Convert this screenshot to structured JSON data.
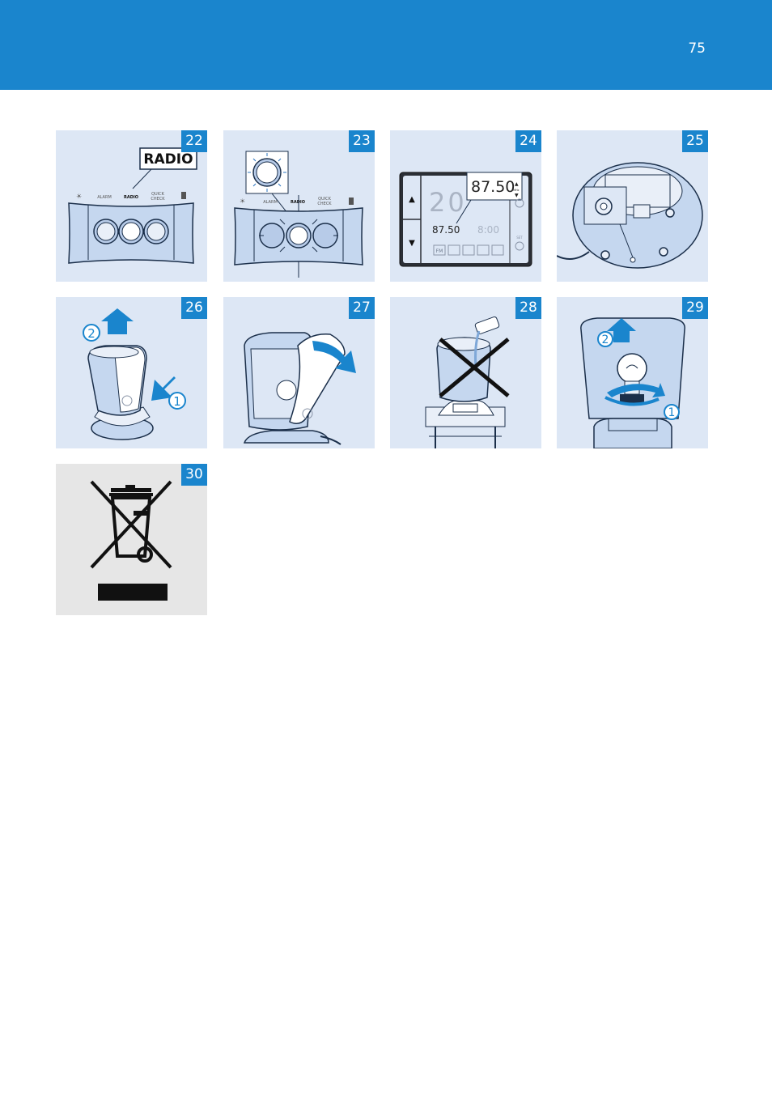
{
  "page": {
    "number": "75"
  },
  "colors": {
    "header": "#1a85cd",
    "panel": "#dde7f5",
    "panel_grey": "#e6e6e6",
    "device": "#c5d7ef",
    "outline": "#1b2f4a"
  },
  "panels": [
    {
      "step": "22",
      "labels": {
        "big": "RADIO",
        "alarm": "ALARM",
        "radio": "RADIO",
        "quick1": "QUICK",
        "quick2": "CHECK"
      }
    },
    {
      "step": "23",
      "labels": {
        "alarm": "ALARM",
        "radio": "RADIO",
        "quick1": "QUICK",
        "quick2": "CHECK"
      }
    },
    {
      "step": "24",
      "labels": {
        "time": "20",
        "freq_big": "87.50",
        "freq_small": "87.50",
        "alarm_time": "8:00",
        "mhz": "MHz",
        "fm": "FM",
        "set": "SET"
      }
    },
    {
      "step": "25"
    },
    {
      "step": "26",
      "labels": {
        "n1": "1",
        "n2": "2"
      }
    },
    {
      "step": "27"
    },
    {
      "step": "28"
    },
    {
      "step": "29",
      "labels": {
        "n1": "1",
        "n2": "2"
      }
    },
    {
      "step": "30"
    }
  ]
}
